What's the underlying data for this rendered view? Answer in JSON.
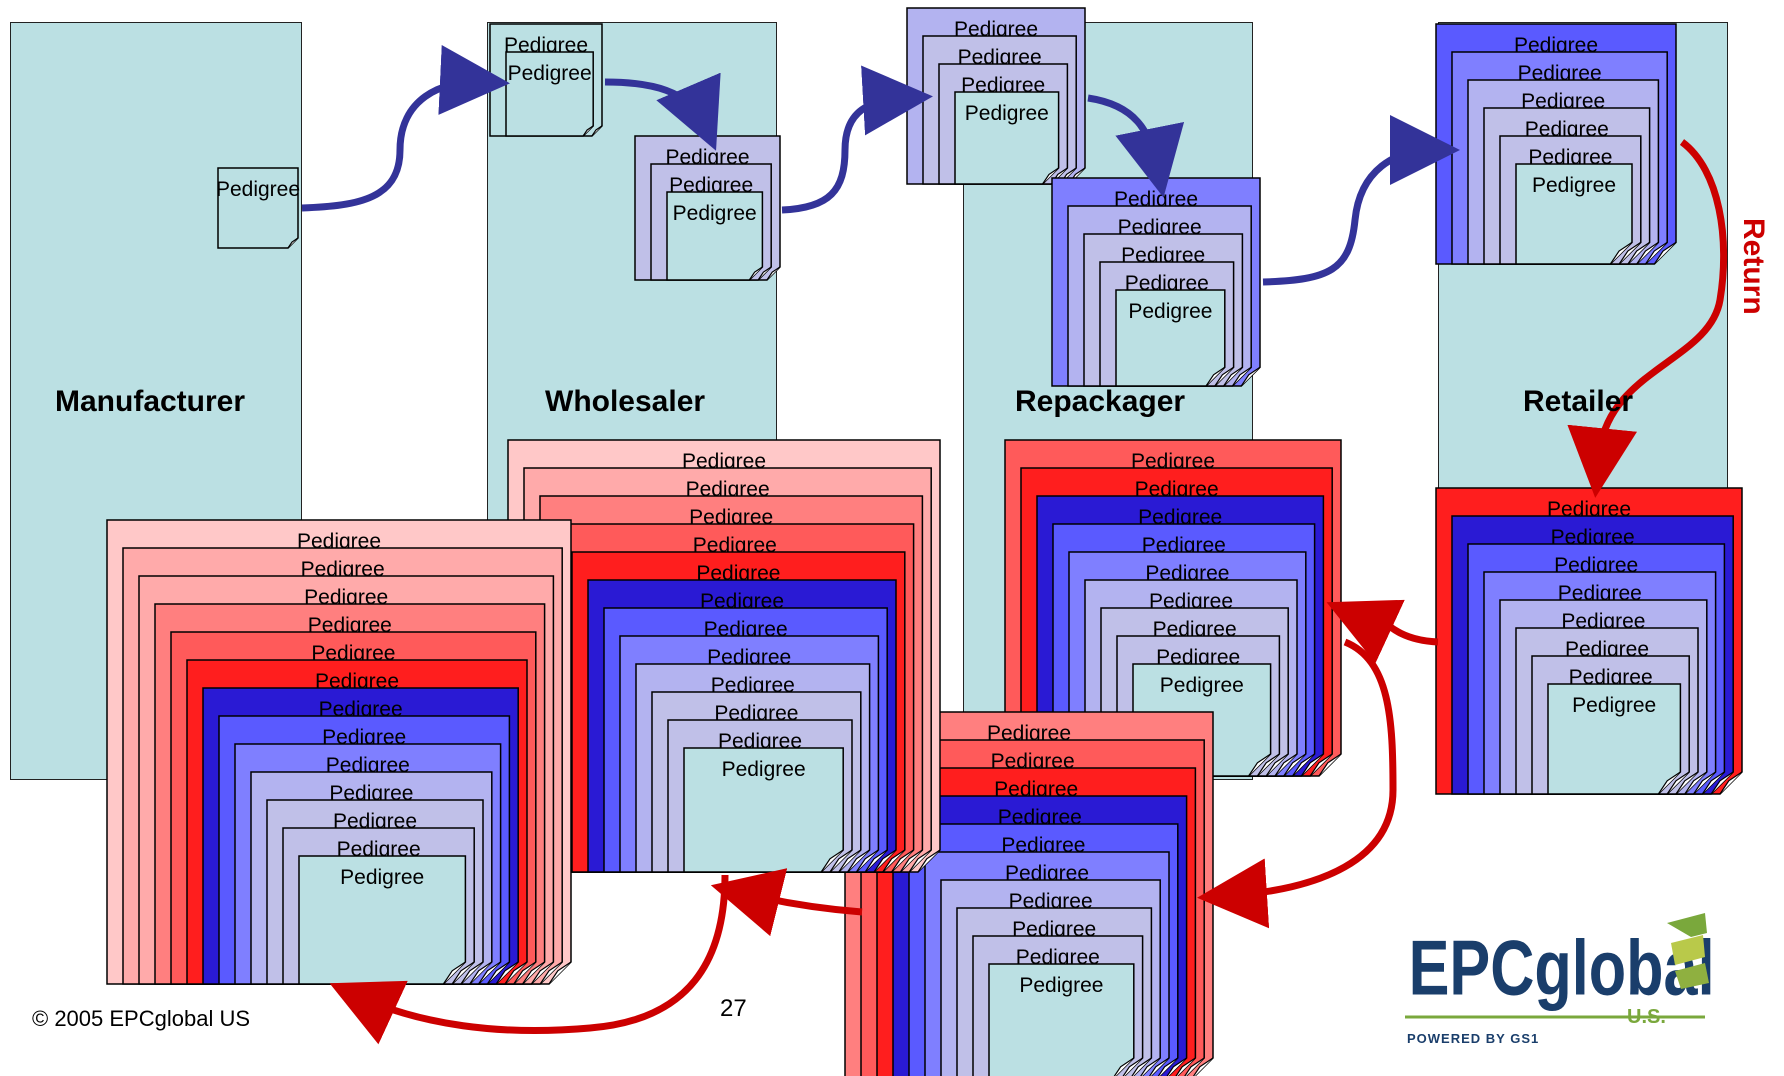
{
  "stages": [
    {
      "id": "manufacturer",
      "label": "Manufacturer"
    },
    {
      "id": "wholesaler",
      "label": "Wholesaler"
    },
    {
      "id": "repackager",
      "label": "Repackager"
    },
    {
      "id": "retailer",
      "label": "Retailer"
    }
  ],
  "document_label": "Pedigree",
  "return_label": "Return",
  "footer": {
    "copyright": "© 2005 EPCglobal US",
    "page_number": "27"
  },
  "logo": {
    "brand": "EPCglobal",
    "region": "U.S.",
    "tagline": "POWERED BY GS1"
  },
  "colors": {
    "lane": "#bbe0e3",
    "forward_arrow": "#333399",
    "return_arrow": "#cc0000",
    "blue_shades": [
      "#bbe0e3",
      "#c0c0e8",
      "#b3b3f0",
      "#7f7fff",
      "#5a5aff",
      "#2a1ad4"
    ],
    "red_shades": [
      "#ff1e1e",
      "#ff5a5a",
      "#ff7f7f",
      "#ffaaaa",
      "#ffc8c8"
    ]
  },
  "pedigree_stacks": [
    {
      "id": "manufacturer-stack",
      "layers": [
        "#bbe0e3"
      ]
    },
    {
      "id": "wholesaler-received",
      "layers": [
        "#bbe0e3",
        "#bbe0e3"
      ]
    },
    {
      "id": "wholesaler-shipped",
      "layers": [
        "#c0c0e8",
        "#c0c0e8",
        "#bbe0e3"
      ]
    },
    {
      "id": "repackager-received",
      "layers": [
        "#b3b3f0",
        "#c0c0e8",
        "#c0c0e8",
        "#bbe0e3"
      ]
    },
    {
      "id": "repackager-shipped",
      "layers": [
        "#7f7fff",
        "#b3b3f0",
        "#c0c0e8",
        "#c0c0e8",
        "#bbe0e3"
      ]
    },
    {
      "id": "retailer-received",
      "layers": [
        "#5a5aff",
        "#7f7fff",
        "#b3b3f0",
        "#c0c0e8",
        "#c0c0e8",
        "#bbe0e3"
      ]
    },
    {
      "id": "retailer-return",
      "layers": [
        "#ff1e1e",
        "#2a1ad4",
        "#5a5aff",
        "#7f7fff",
        "#b3b3f0",
        "#c0c0e8",
        "#c0c0e8",
        "#bbe0e3"
      ]
    },
    {
      "id": "repackager-return",
      "layers": [
        "#ff5a5a",
        "#ff1e1e",
        "#2a1ad4",
        "#5a5aff",
        "#7f7fff",
        "#b3b3f0",
        "#c0c0e8",
        "#c0c0e8",
        "#bbe0e3"
      ]
    },
    {
      "id": "transit-return",
      "layers": [
        "#ff7f7f",
        "#ff5a5a",
        "#ff1e1e",
        "#2a1ad4",
        "#5a5aff",
        "#7f7fff",
        "#b3b3f0",
        "#c0c0e8",
        "#c0c0e8",
        "#bbe0e3"
      ]
    },
    {
      "id": "wholesaler-return",
      "layers": [
        "#ffc8c8",
        "#ffaaaa",
        "#ff7f7f",
        "#ff5a5a",
        "#ff1e1e",
        "#2a1ad4",
        "#5a5aff",
        "#7f7fff",
        "#b3b3f0",
        "#c0c0e8",
        "#c0c0e8",
        "#bbe0e3"
      ]
    },
    {
      "id": "manufacturer-return",
      "layers": [
        "#ffc8c8",
        "#ffaaaa",
        "#ffaaaa",
        "#ff7f7f",
        "#ff5a5a",
        "#ff1e1e",
        "#2a1ad4",
        "#5a5aff",
        "#7f7fff",
        "#b3b3f0",
        "#c0c0e8",
        "#c0c0e8",
        "#bbe0e3"
      ]
    }
  ]
}
